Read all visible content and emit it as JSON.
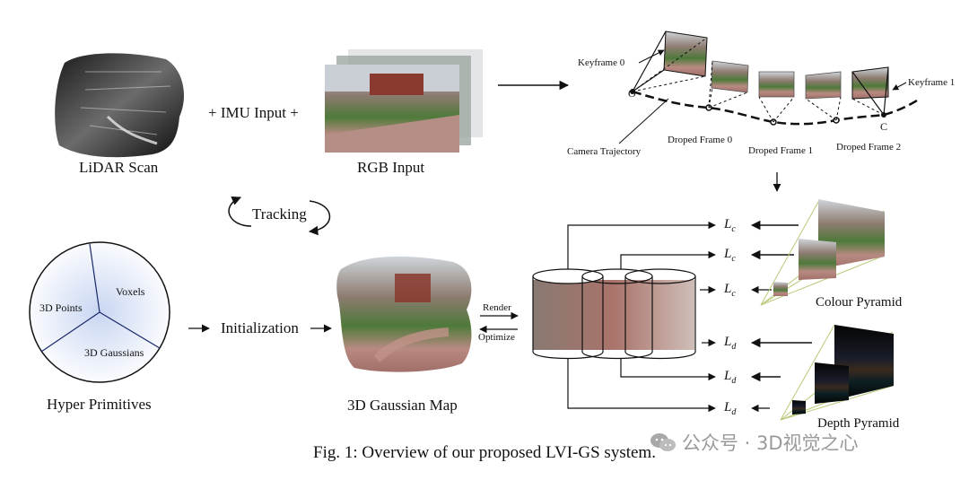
{
  "inputs": {
    "lidar": "LiDAR Scan",
    "imu": "+ IMU Input +",
    "rgb": "RGB Input"
  },
  "tracking": "Tracking",
  "primitives": {
    "points": "3D Points",
    "voxels": "Voxels",
    "gaussians": "3D Gaussians",
    "title": "Hyper Primitives"
  },
  "initialization": "Initialization",
  "gaussian_map": "3D Gaussian Map",
  "render": "Render",
  "optimize": "Optimize",
  "trajectory": {
    "origin": "O",
    "end": "C",
    "keyframe0": "Keyframe 0",
    "keyframe1": "Keyframe 1",
    "camera_trajectory": "Camera Trajectory",
    "droped0": "Droped Frame 0",
    "droped1": "Droped Frame 1",
    "droped2": "Droped Frame 2"
  },
  "loss_c": "L",
  "loss_c_sub": "c",
  "loss_d": "L",
  "loss_d_sub": "d",
  "colour_pyramid": "Colour Pyramid",
  "depth_pyramid": "Depth Pyramid",
  "caption": "Fig. 1: Overview of our proposed LVI-GS system.",
  "watermark": "公众号 · 3D视觉之心",
  "colors": {
    "photo_sky": "#c8cfd6",
    "photo_building": "#8a3a2e",
    "photo_grass": "#4f7a3a",
    "photo_path": "#b98a82",
    "pyramid_line": "#b9c97a",
    "primitive_fill": "#c7d4ef"
  }
}
